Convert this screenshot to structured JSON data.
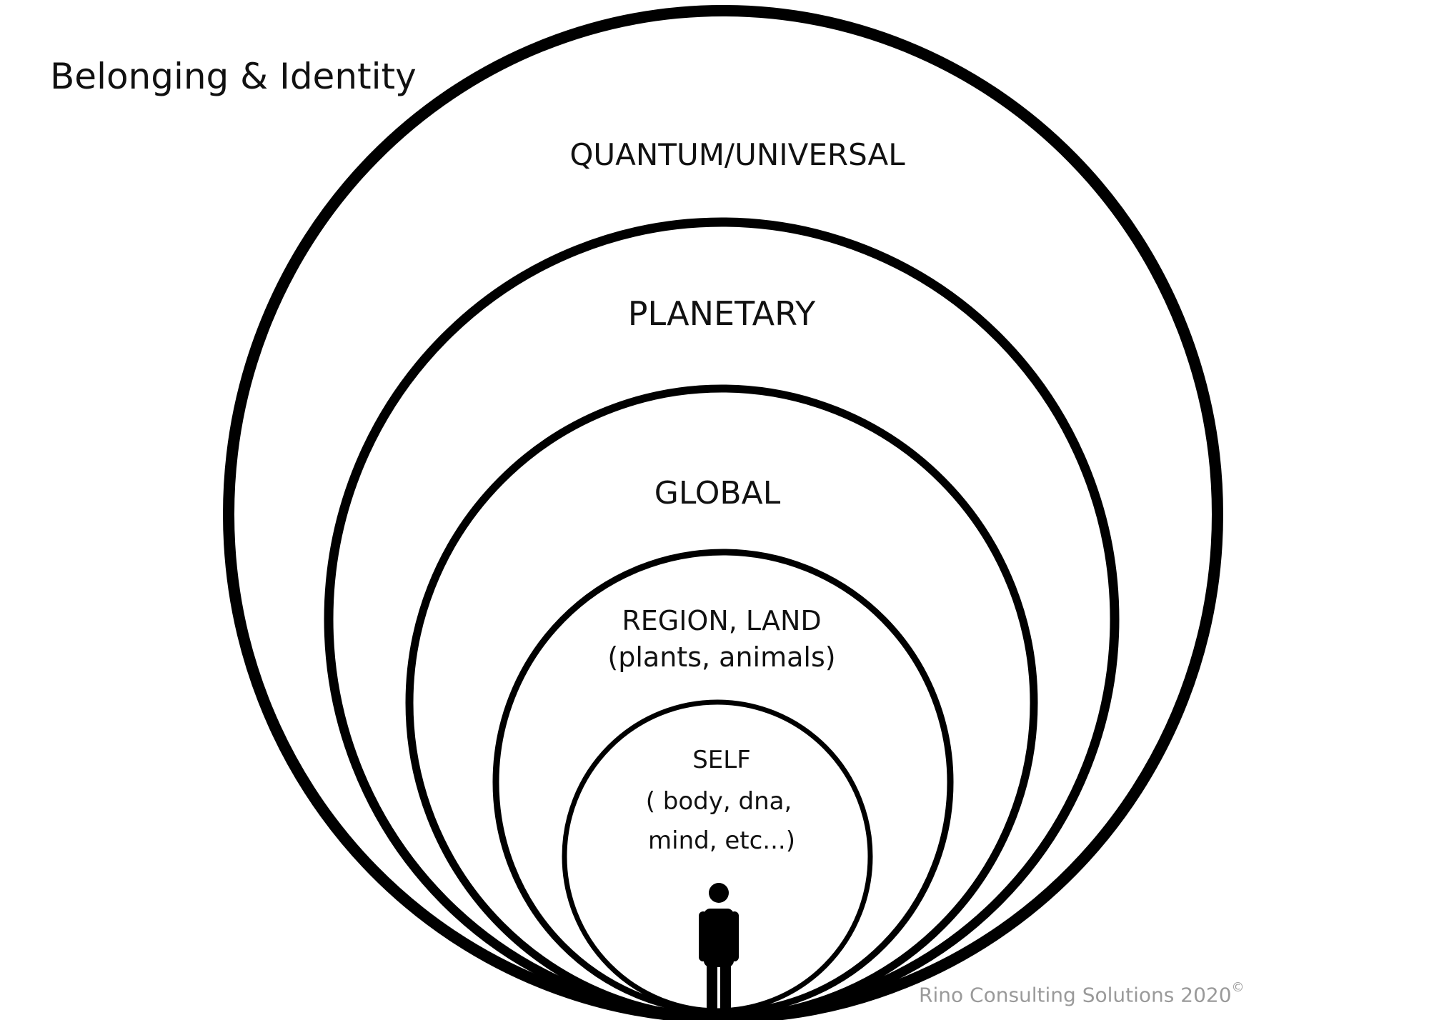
{
  "title": "Belonging & Identity",
  "layers": [
    {
      "label": "QUANTUM/UNIVERSAL"
    },
    {
      "label": "PLANETARY"
    },
    {
      "label": "GLOBAL"
    },
    {
      "label": "REGION, LAND",
      "sublabel": "(plants, animals)"
    },
    {
      "label": "SELF",
      "sublabel": "( body, dna,",
      "sublabel2": "mind, etc...)"
    }
  ],
  "figure_icon": "person-icon",
  "footer": {
    "text": "Rino Consulting Solutions 2020",
    "symbol": "©"
  },
  "colors": {
    "ink": "#000000",
    "footer_text": "#9a9a9a",
    "background": "#ffffff"
  }
}
